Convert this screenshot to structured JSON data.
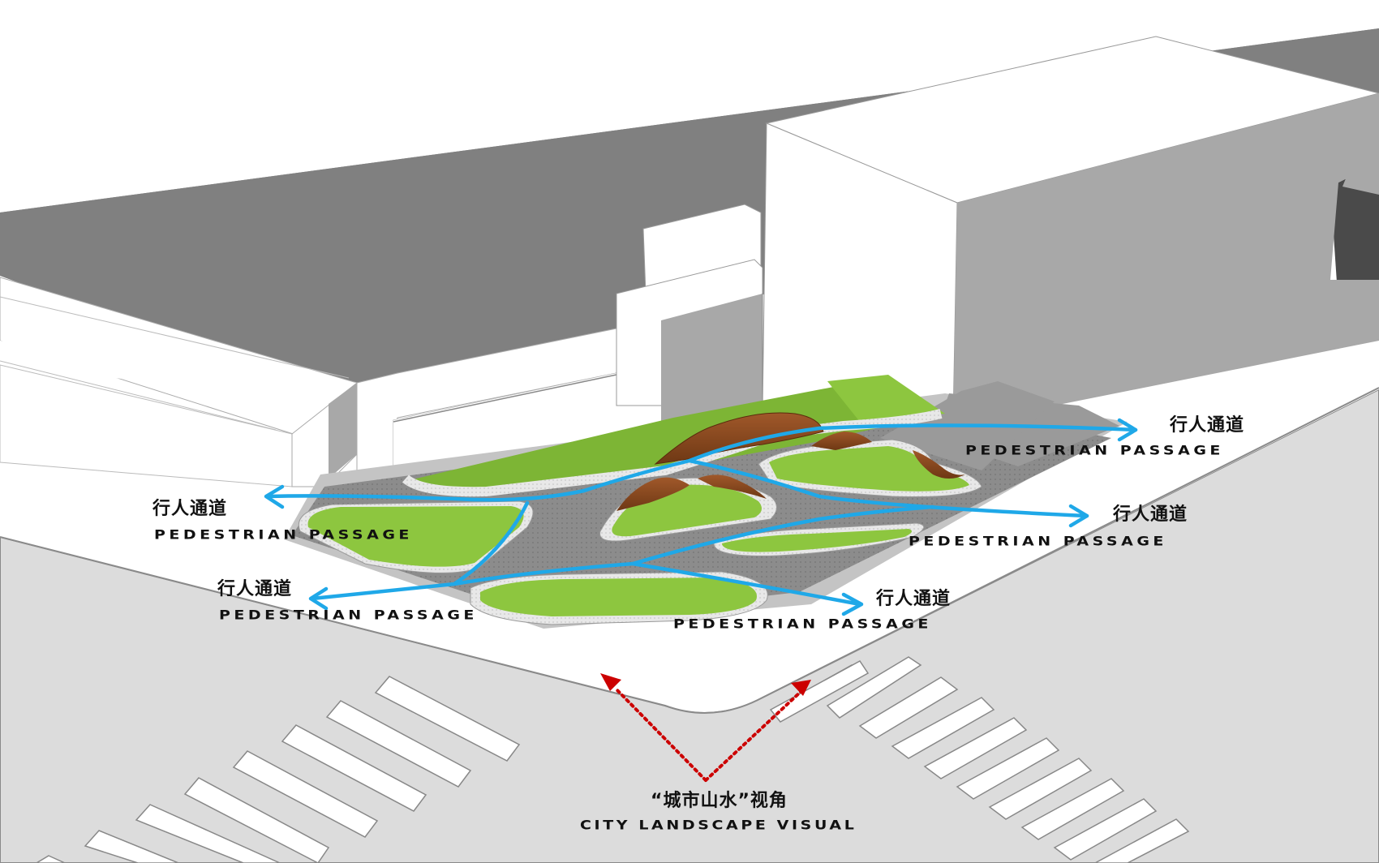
{
  "diagram": {
    "type": "urban plaza site plan axonometric",
    "colors": {
      "background": "#ffffff",
      "building_top": "#ffffff",
      "building_side": "#a8a8a8",
      "shadow": "#808080",
      "shadow_dark": "#4a4a4a",
      "road": "#dcdcdc",
      "crosswalk": "#ffffff",
      "lawn": "#8dc63f",
      "lawn_dark": "#6aa62a",
      "paving": "#8a8a8a",
      "paving_light": "#c4c4c4",
      "curb": "#e6e6e6",
      "timber": "#8b4a1f",
      "passage_arrow": "#1fa8e8",
      "view_arrow": "#cc0000"
    },
    "labels": {
      "passage_ne": {
        "cn": "行人通道",
        "en": "PEDESTRIAN PASSAGE"
      },
      "passage_w": {
        "cn": "行人通道",
        "en": "PEDESTRIAN PASSAGE"
      },
      "passage_e": {
        "cn": "行人通道",
        "en": "PEDESTRIAN PASSAGE"
      },
      "passage_sw": {
        "cn": "行人通道",
        "en": "PEDESTRIAN PASSAGE"
      },
      "passage_se": {
        "cn": "行人通道",
        "en": "PEDESTRIAN PASSAGE"
      },
      "view": {
        "cn": "“城市山水”视角",
        "en": "CITY LANDSCAPE VISUAL"
      }
    }
  }
}
